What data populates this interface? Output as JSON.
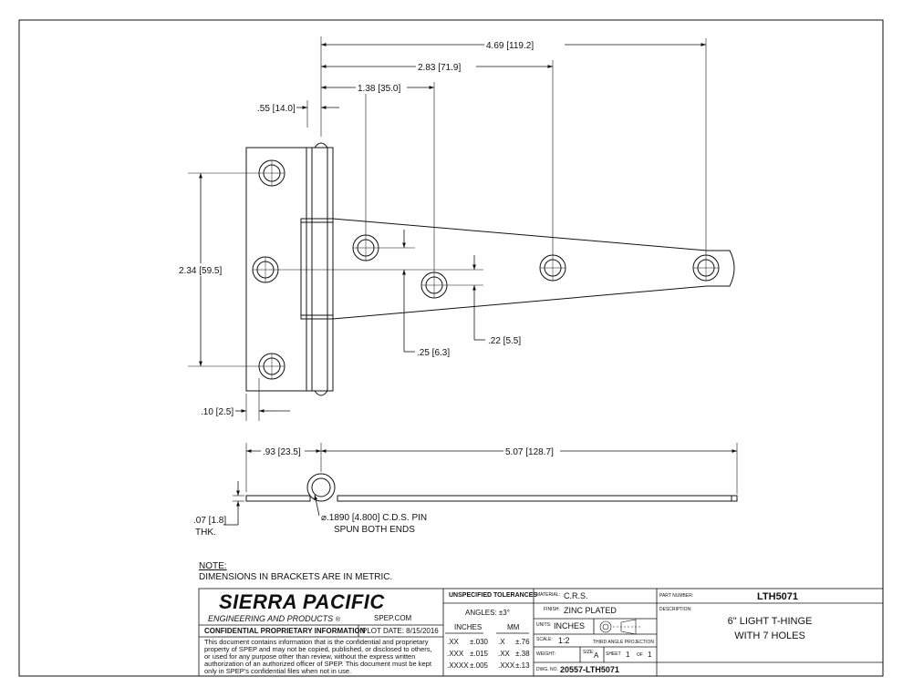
{
  "dimensions": {
    "overall_width": "4.69",
    "overall_width_mm": "119.2",
    "hole_4_offset": "2.83",
    "hole_4_offset_mm": "71.9",
    "hole_2_offset": "1.38",
    "hole_2_offset_mm": "35.0",
    "knuckle_offset": ".55",
    "knuckle_offset_mm": "14.0",
    "leaf_hole_spacing": "2.34",
    "leaf_hole_spacing_mm": "59.5",
    "hole_stagger": ".25",
    "hole_stagger_mm": "6.3",
    "hole_drop": ".22",
    "hole_drop_mm": "5.5",
    "edge_margin": ".10",
    "edge_margin_mm": "2.5",
    "leaf_width": ".93",
    "leaf_width_mm": "23.5",
    "strap_length": "5.07",
    "strap_length_mm": "128.7",
    "thickness": ".07",
    "thickness_mm": "1.8",
    "thickness_label": "THK.",
    "pin_diameter": ".1890",
    "pin_diameter_mm": "4.800",
    "pin_material": "C.D.S. PIN",
    "pin_note": "SPUN BOTH ENDS"
  },
  "note": {
    "heading": "NOTE:",
    "text": "DIMENSIONS IN BRACKETS ARE IN METRIC."
  },
  "title_block": {
    "company": "SIERRA PACIFIC",
    "company_sub": "ENGINEERING AND PRODUCTS",
    "website": "SPEP.COM",
    "confidential_label": "CONFIDENTIAL PROPRIETARY INFORMATION",
    "plot_date": "PLOT DATE: 8/15/2016",
    "confidential_text": [
      "This document contains information that is the confidential and proprietary",
      "property of SPEP and may not be copied, published, or disclosed to others,",
      "or used for any purpose  other than review, without the express written",
      "authorization of an authorized officer of SPEP. This document must be kept",
      "only in SPEP's confidential files when not in use."
    ],
    "tolerances_title": "UNSPECIFIED TOLERANCES",
    "angles": "ANGLES: ±3°",
    "inches_label": "INCHES",
    "mm_label": "MM",
    "tolerances": [
      {
        "in": ".XX",
        "in_tol": "±.030",
        "mm": ".X",
        "mm_tol": "±.76"
      },
      {
        "in": ".XXX",
        "in_tol": "±.015",
        "mm": ".XX",
        "mm_tol": "±.38"
      },
      {
        "in": ".XXXX",
        "in_tol": "±.005",
        "mm": ".XXX",
        "mm_tol": "±.13"
      }
    ],
    "material_label": "MATERIAL:",
    "material": "C.R.S.",
    "finish_label": "FINISH:",
    "finish": "ZINC PLATED",
    "units_label": "UNITS:",
    "units": "INCHES",
    "scale_label": "SCALE:",
    "scale": "1:2",
    "projection": "THIRD ANGLE PROJECTION",
    "weight_label": "WEIGHT:",
    "size_label": "SIZE:",
    "size": "A",
    "sheet_label": "SHEET",
    "sheet": "1",
    "of_label": "OF",
    "of": "1",
    "dwg_label": "DWG. NO.",
    "dwg_no": "20557-LTH5071",
    "part_number_label": "PART NUMBER:",
    "part_number": "LTH5071",
    "description_label": "DESCRIPTION:",
    "description_line1": "6\" LIGHT T-HINGE",
    "description_line2": "WITH 7 HOLES"
  }
}
